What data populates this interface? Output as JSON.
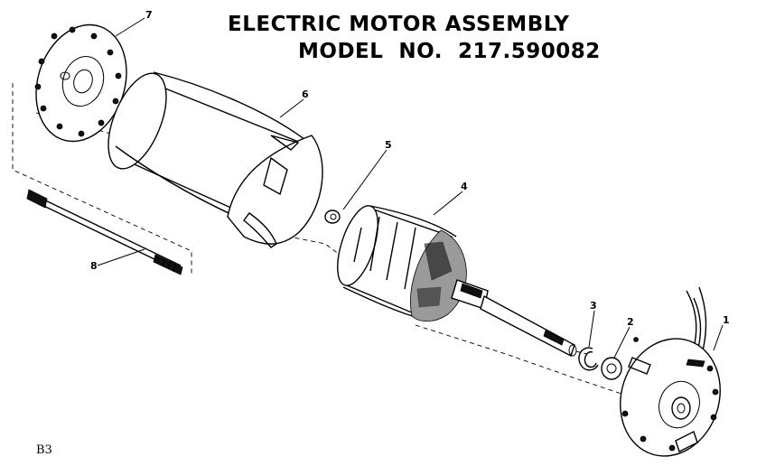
{
  "diagram": {
    "title": "ELECTRIC MOTOR ASSEMBLY",
    "model_line": "MODEL  NO.  217.590082",
    "reference_code": "B3",
    "parts": [
      {
        "number": "1"
      },
      {
        "number": "2"
      },
      {
        "number": "3"
      },
      {
        "number": "4"
      },
      {
        "number": "5"
      },
      {
        "number": "6"
      },
      {
        "number": "7"
      },
      {
        "number": "8"
      }
    ]
  }
}
